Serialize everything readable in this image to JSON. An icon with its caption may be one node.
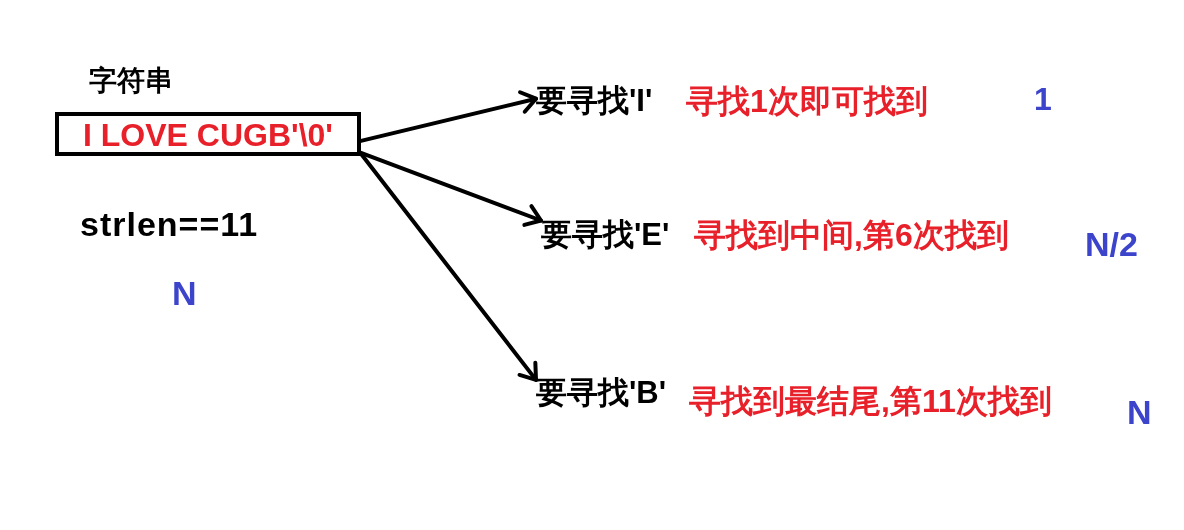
{
  "diagram": {
    "nodes": [
      {
        "text": [
          "字符串",
          "I LOVE CUGB'\\0'"
        ]
      },
      {
        "text": [
          "要寻找'I'"
        ],
        "beside": [
          "寻找1次即可找到",
          "1"
        ]
      },
      {
        "text": [
          "要寻找'E'"
        ],
        "beside": [
          "寻找到中间,第6次找到",
          "N/2"
        ]
      },
      {
        "text": [
          "要寻找'B'"
        ],
        "beside": [
          "寻找到最结尾,第11次找到",
          "N"
        ]
      }
    ],
    "edges": [
      {
        "from": 0,
        "to": 1,
        "arrow": "to"
      },
      {
        "from": 0,
        "to": 2,
        "arrow": "to"
      },
      {
        "from": 0,
        "to": 3,
        "arrow": "to"
      }
    ],
    "labels": [
      "strlen==11",
      "N"
    ]
  }
}
